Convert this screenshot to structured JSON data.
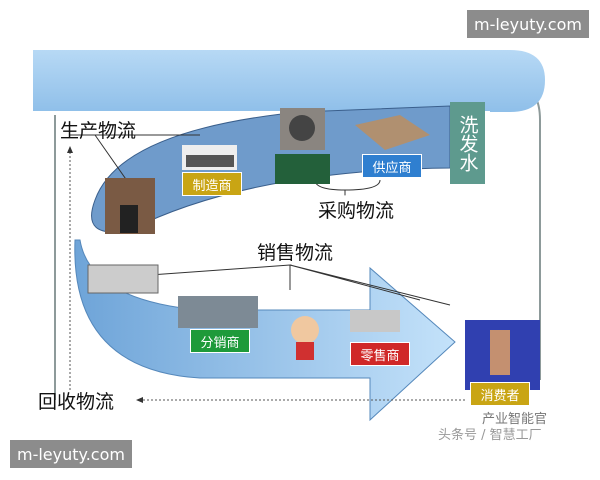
{
  "watermark_top": "m-leyuty.com",
  "watermark_bottom": "m-leyuty.com",
  "labels": {
    "production": "生产物流",
    "procurement": "采购物流",
    "sales": "销售物流",
    "recycling": "回收物流",
    "side_tag": "洗发水"
  },
  "tags": {
    "manufacturer": "制造商",
    "supplier": "供应商",
    "distributor": "分销商",
    "retailer": "零售商",
    "consumer": "消费者"
  },
  "source_watermark": {
    "line1": "产业智能官",
    "line2": "头条号 / 智慧工厂"
  },
  "colors": {
    "top_band": "#9fcaf0",
    "upper_band": "#6f9bcb",
    "arrow": "#a9d0f2",
    "gold_tag": "#c9a514",
    "blue_tag": "#2f7fd0",
    "green_tag": "#1e9a3a",
    "red_tag": "#d02828",
    "side_tag": "#5e9a8e"
  }
}
